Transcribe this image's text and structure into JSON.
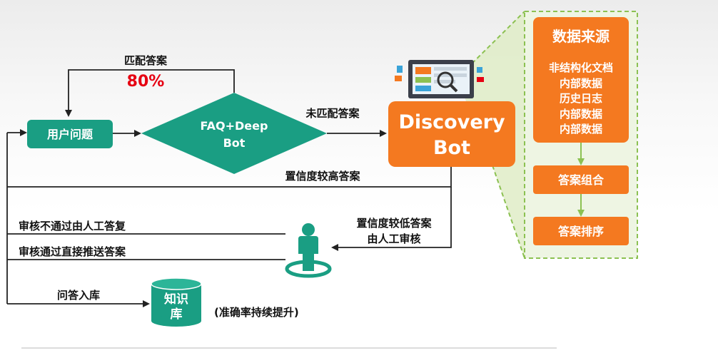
{
  "nodes": {
    "user_question": "用户问题",
    "faq_bot_line1": "FAQ+Deep",
    "faq_bot_line2": "Bot",
    "discovery_line1": "Discovery",
    "discovery_line2": "Bot",
    "knowledge_base_line1": "知识",
    "knowledge_base_line2": "库"
  },
  "edges": {
    "match_answer": "匹配答案",
    "match_percent": "80%",
    "unmatched_answer": "未匹配答案",
    "high_confidence": "置信度较高答案",
    "low_confidence_line1": "置信度较低答案",
    "low_confidence_line2": "由人工审核",
    "review_rejected": "审核不通过由人工答复",
    "review_passed": "审核通过直接推送答案",
    "qa_into_kb": "问答入库",
    "accuracy_note": "(准确率持续提升)"
  },
  "data_source_panel": {
    "title": "数据来源",
    "items": [
      "非结构化文档",
      "内部数据",
      "历史日志",
      "内部数据",
      "内部数据"
    ],
    "answer_combine": "答案组合",
    "answer_sort": "答案排序"
  },
  "colors": {
    "teal": "#1a9e83",
    "orange": "#f47920",
    "green_dashed": "#8cc152",
    "red_percent": "#e60012"
  }
}
